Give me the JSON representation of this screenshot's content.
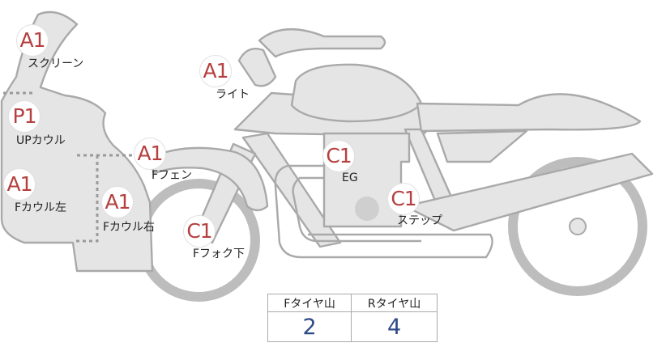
{
  "parts": [
    {
      "id": "screen",
      "code": "A1",
      "label": "スクリーン"
    },
    {
      "id": "upper-cowl",
      "code": "P1",
      "label": "UPカウル"
    },
    {
      "id": "cowl-left",
      "code": "A1",
      "label": "Fカウル左"
    },
    {
      "id": "cowl-right",
      "code": "A1",
      "label": "Fカウル右"
    },
    {
      "id": "front-fender",
      "code": "A1",
      "label": "Fフェン"
    },
    {
      "id": "fork-lower",
      "code": "C1",
      "label": "Fフォク下"
    },
    {
      "id": "light",
      "code": "A1",
      "label": "ライト"
    },
    {
      "id": "engine",
      "code": "C1",
      "label": "EG"
    },
    {
      "id": "step",
      "code": "C1",
      "label": "ステップ"
    }
  ],
  "code_color": "#b5403f",
  "tire_table": {
    "headers": [
      "Fタイヤ山",
      "Rタイヤ山"
    ],
    "values": [
      "2",
      "4"
    ],
    "value_color": "#2e4a87"
  }
}
